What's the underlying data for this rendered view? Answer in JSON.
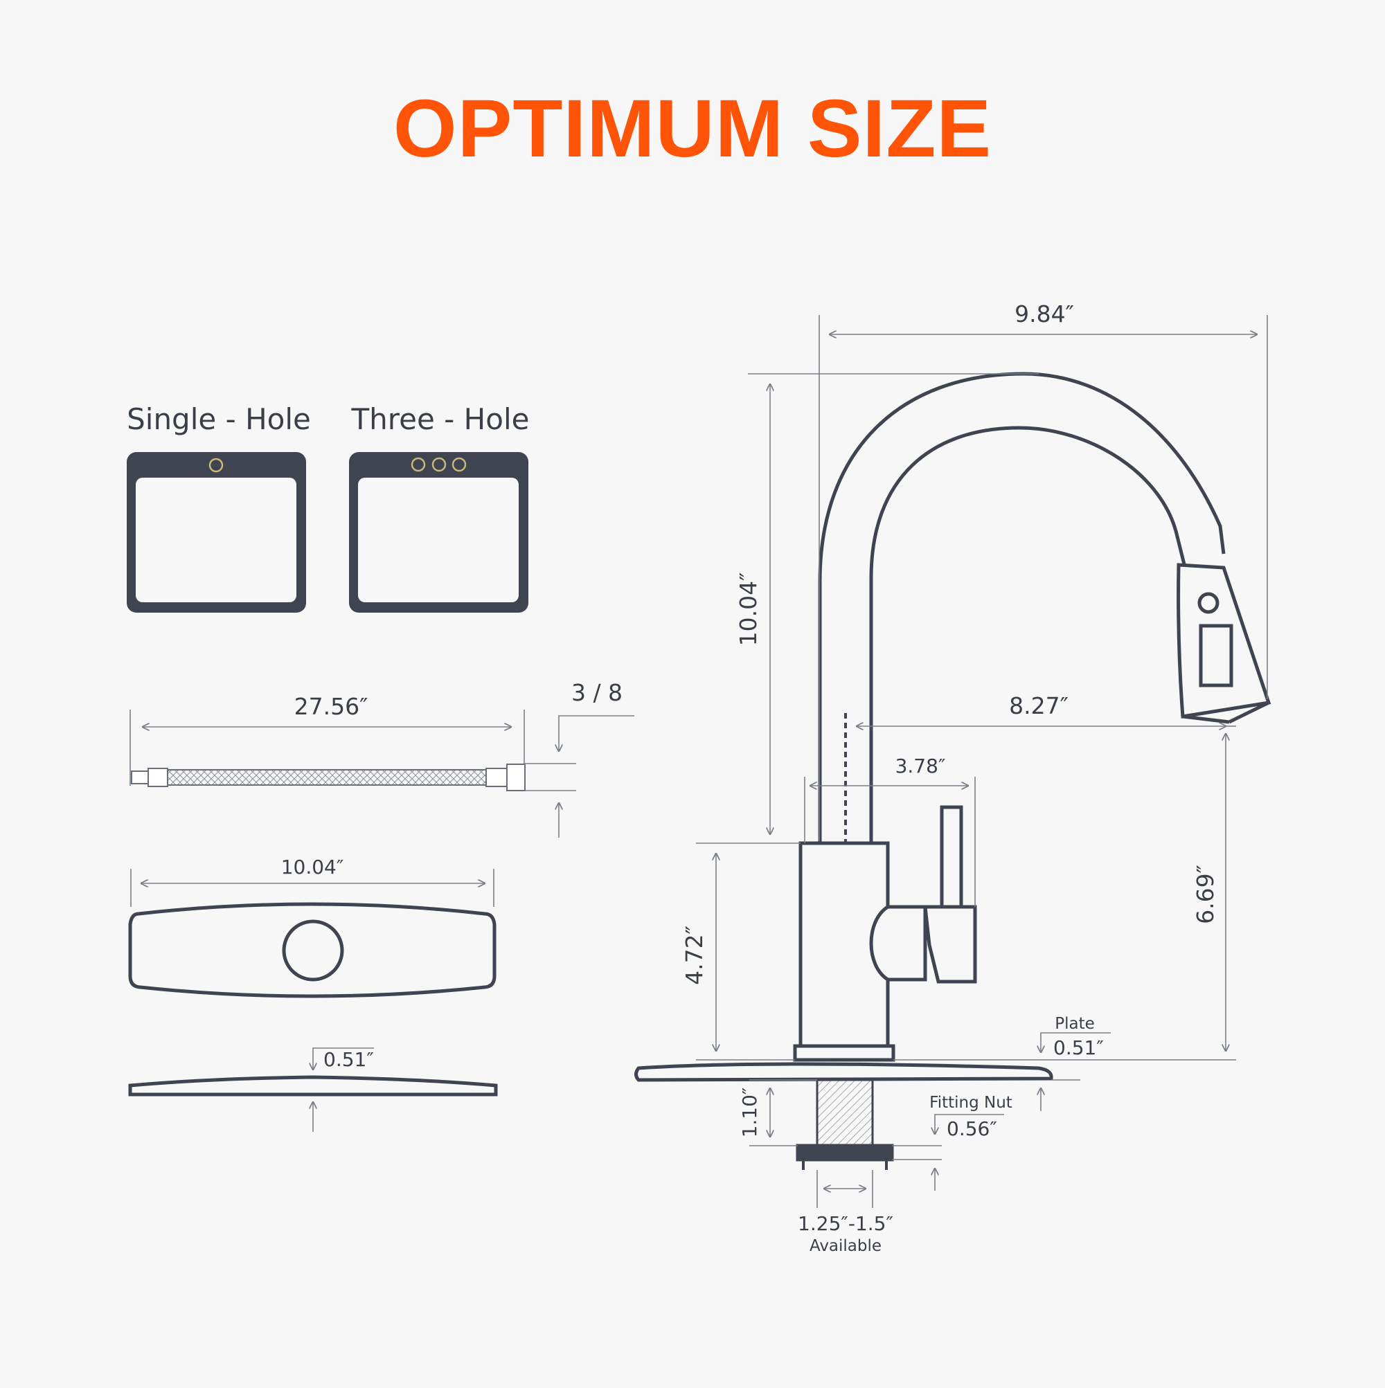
{
  "colors": {
    "accent": "#ff5307",
    "line": "#3a4049",
    "dim": "#7a7f87",
    "text": "#3a3f47",
    "hole_ring": "#c8b77a",
    "background": "#f7f7f7"
  },
  "title": "OPTIMUM SIZE",
  "sink_options": {
    "single_label": "Single - Hole",
    "three_label": "Three - Hole"
  },
  "hose": {
    "length": "27.56″",
    "thread": "3 / 8"
  },
  "deck_plate": {
    "width": "10.04″",
    "thickness": "0.51″"
  },
  "faucet": {
    "reach": "9.84″",
    "total_height": "10.04″",
    "spout_reach": "8.27″",
    "handle_offset": "3.78″",
    "body_height": "4.72″",
    "spout_clearance": "6.69″",
    "plate_label": "Plate",
    "plate_thickness": "0.51″",
    "shank_length": "1.10″",
    "fitting_nut_label": "Fitting Nut",
    "fitting_nut_height": "0.56″",
    "hole_range": "1.25″-1.5″",
    "hole_note": "Available"
  }
}
